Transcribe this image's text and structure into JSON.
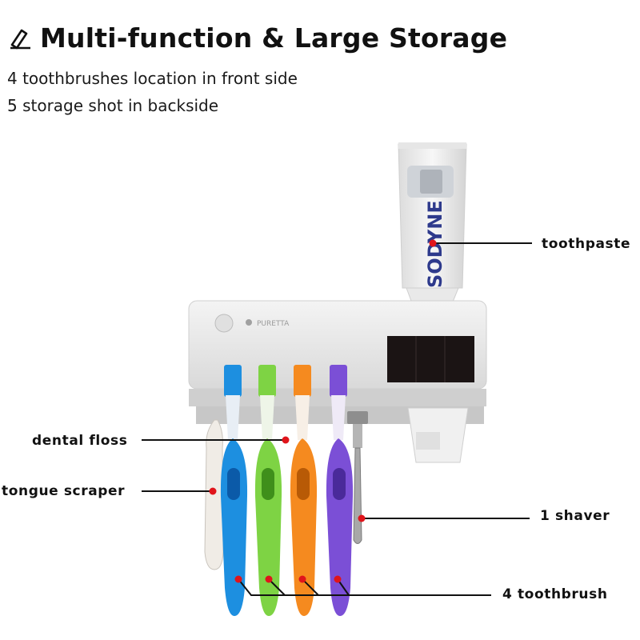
{
  "header": {
    "title": "Multi-function & Large Storage",
    "subtitle_lines": [
      "4 toothbrushes location in front side",
      "5 storage shot in backside"
    ]
  },
  "product": {
    "brand_mark": "PURETTA",
    "toothpaste_brand": "SODYNE"
  },
  "callouts": {
    "toothpaste": "toothpaste",
    "dental_floss": "dental floss",
    "tongue_scraper": "tongue scraper",
    "shaver": "1 shaver",
    "toothbrush": "4 toothbrush"
  },
  "colors": {
    "dot": "#e0141b",
    "brush_blue": "#1d8fe0",
    "brush_green": "#7ed344",
    "brush_orange": "#f58a1f",
    "brush_purple": "#7b4fd6"
  }
}
